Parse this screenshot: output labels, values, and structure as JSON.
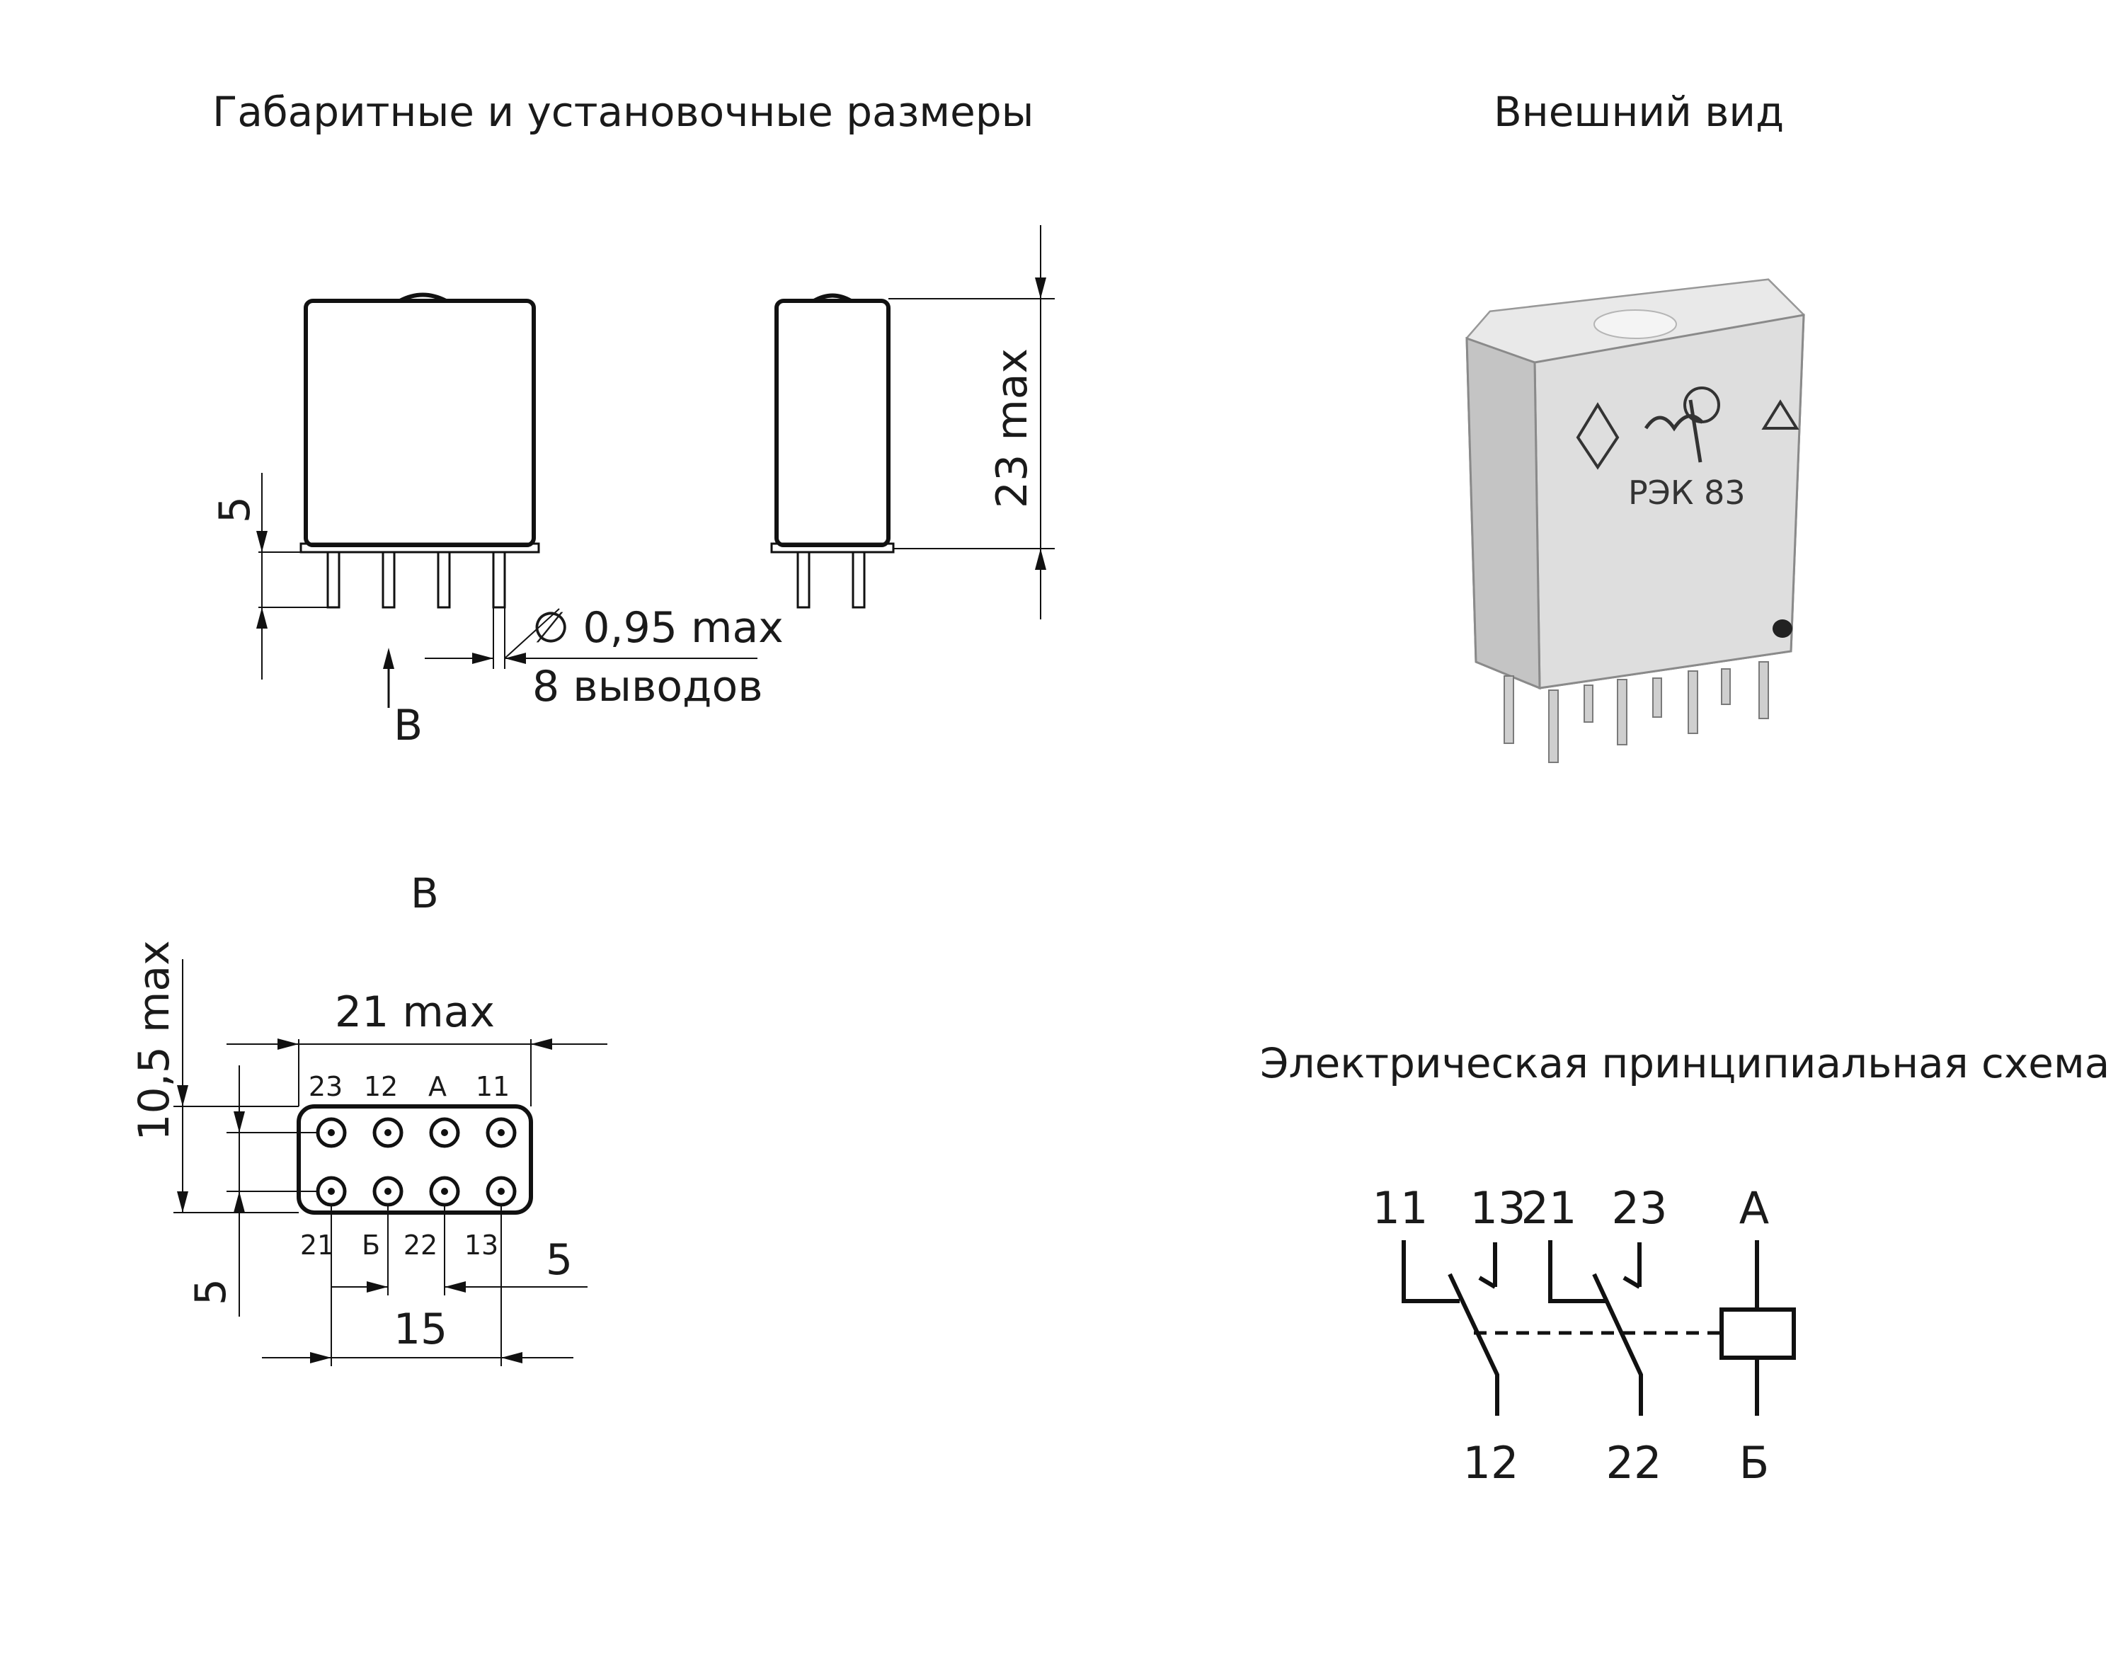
{
  "headings": {
    "dimensions": "Габаритные и установочные размеры",
    "appearance": "Внешний вид",
    "schematic": "Электрическая принципиальная схема",
    "view_b": "В"
  },
  "dimensions": {
    "pin_length": "5",
    "height": "23 max",
    "pin_diameter": "∅ 0,95 max",
    "pin_count": "8 выводов",
    "view_arrow_label": "В",
    "width": "21 max",
    "depth": "10,5 max",
    "row_pitch": "5",
    "pin_pitch": "5",
    "pin_span": "15"
  },
  "footprint": {
    "top_row_labels": [
      "23",
      "12",
      "А",
      "11"
    ],
    "bottom_row_labels": [
      "21",
      "Б",
      "22",
      "13"
    ]
  },
  "device": {
    "marking": "РЭК 83"
  },
  "schematic": {
    "top_labels": [
      "11",
      "13",
      "21",
      "23",
      "А"
    ],
    "bottom_labels": [
      "12",
      "22",
      "Б"
    ]
  }
}
